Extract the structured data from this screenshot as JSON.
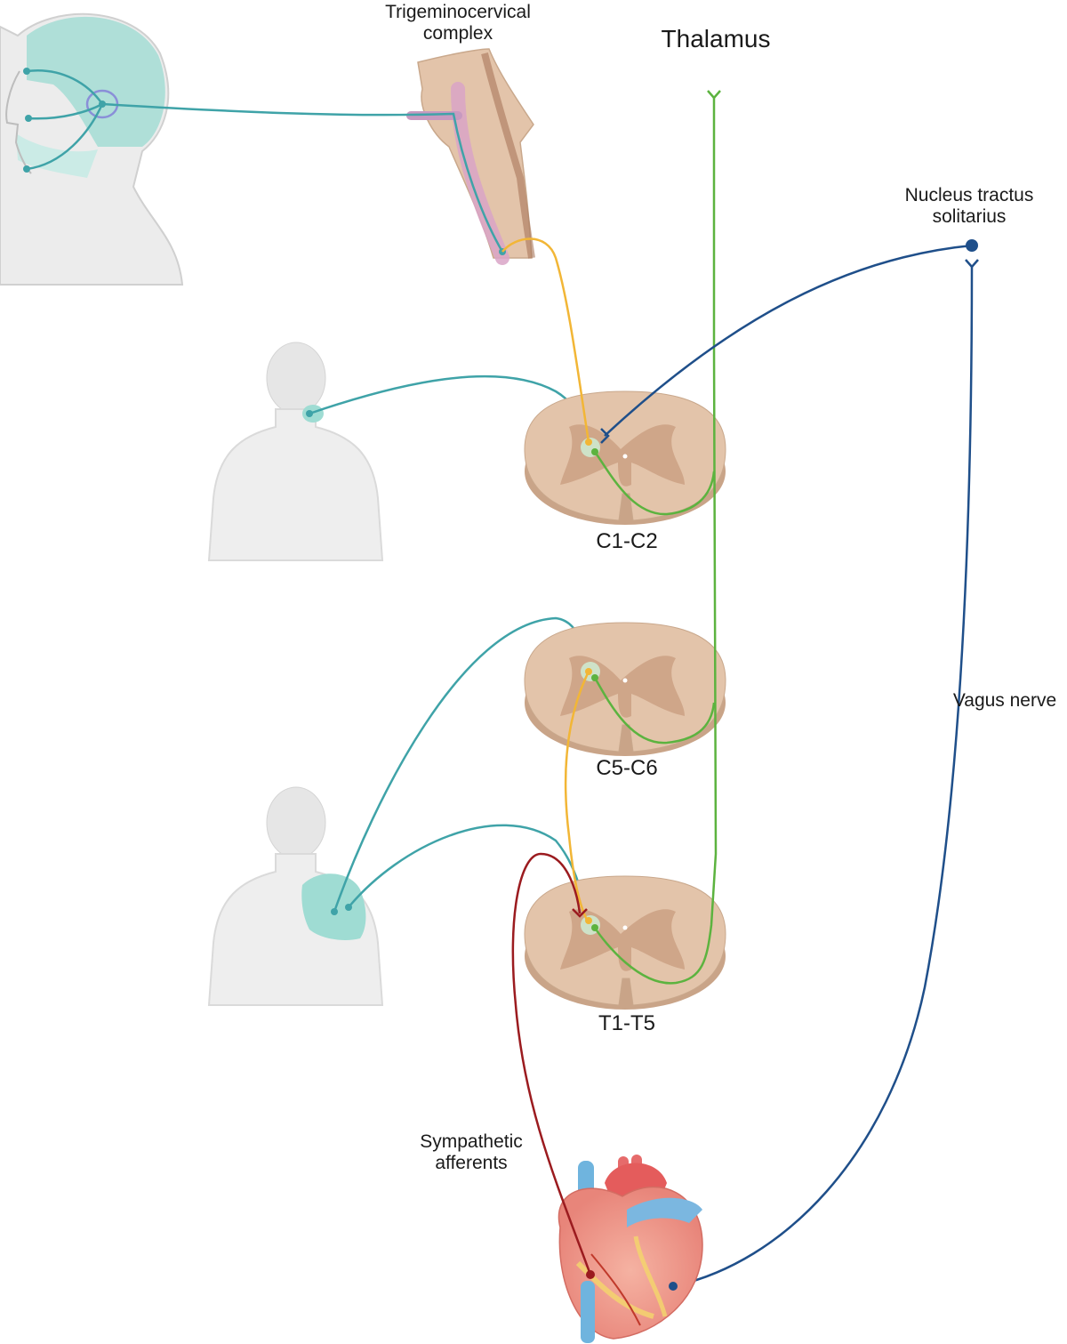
{
  "labels": {
    "trigeminocervical": [
      "Trigeminocervical",
      "complex"
    ],
    "thalamus": "Thalamus",
    "nts": [
      "Nucleus tractus",
      "solitarius"
    ],
    "c1c2": "C1-C2",
    "c5c6": "C5-C6",
    "t1t5": "T1-T5",
    "vagus": "Vagus nerve",
    "sympathetic": [
      "Sympathetic",
      "afferents"
    ]
  },
  "colors": {
    "teal_afferent": "#3fa3a8",
    "yellow_interneuron": "#f2b636",
    "green_spinothalamic": "#5cb33f",
    "blue_vagus": "#1f4f8a",
    "red_sympathetic": "#9b1b1f",
    "spinal_cord": "#e3c4aa",
    "grey_matter": "#cfa689",
    "receptive_field": "#9fdcd3",
    "body_outline": "#e9e9e9"
  }
}
